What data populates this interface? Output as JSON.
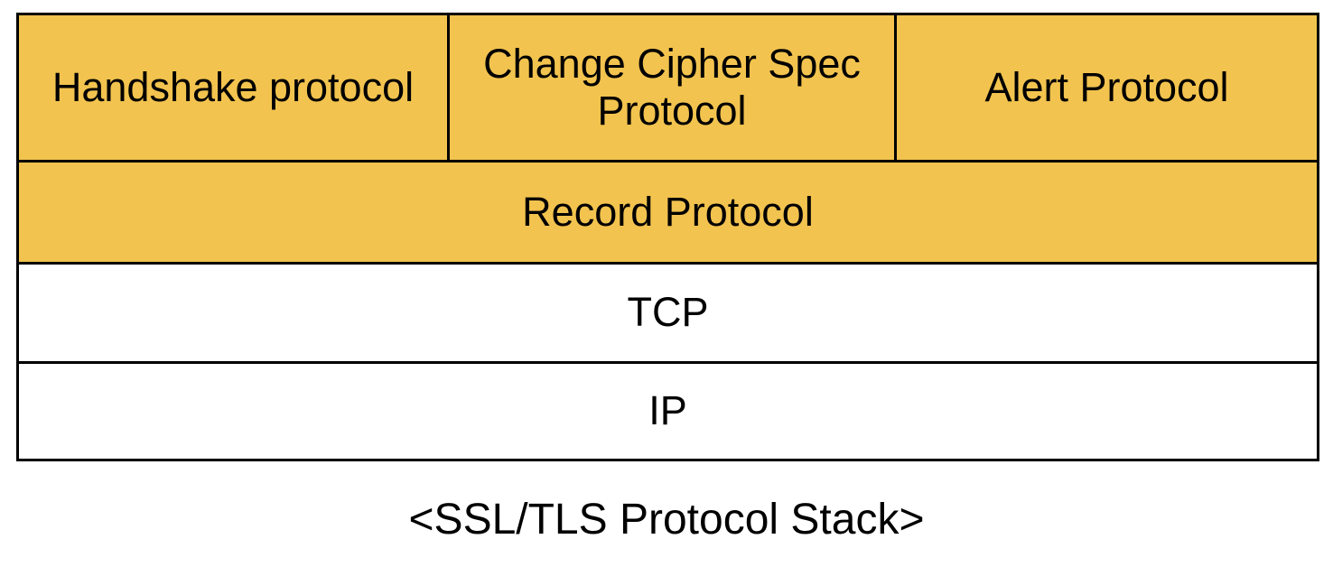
{
  "diagram": {
    "caption": "<SSL/TLS Protocol Stack>",
    "colors": {
      "layer_fill": "#F2C34E",
      "base_layer_fill": "#FFFFFF",
      "border": "#000000",
      "text": "#000000"
    },
    "top_layer_cells": [
      {
        "label": "Handshake protocol"
      },
      {
        "label": "Change Cipher Spec Protocol"
      },
      {
        "label": "Alert Protocol"
      }
    ],
    "layers": [
      {
        "label": "Record Protocol"
      },
      {
        "label": "TCP"
      },
      {
        "label": "IP"
      }
    ]
  }
}
